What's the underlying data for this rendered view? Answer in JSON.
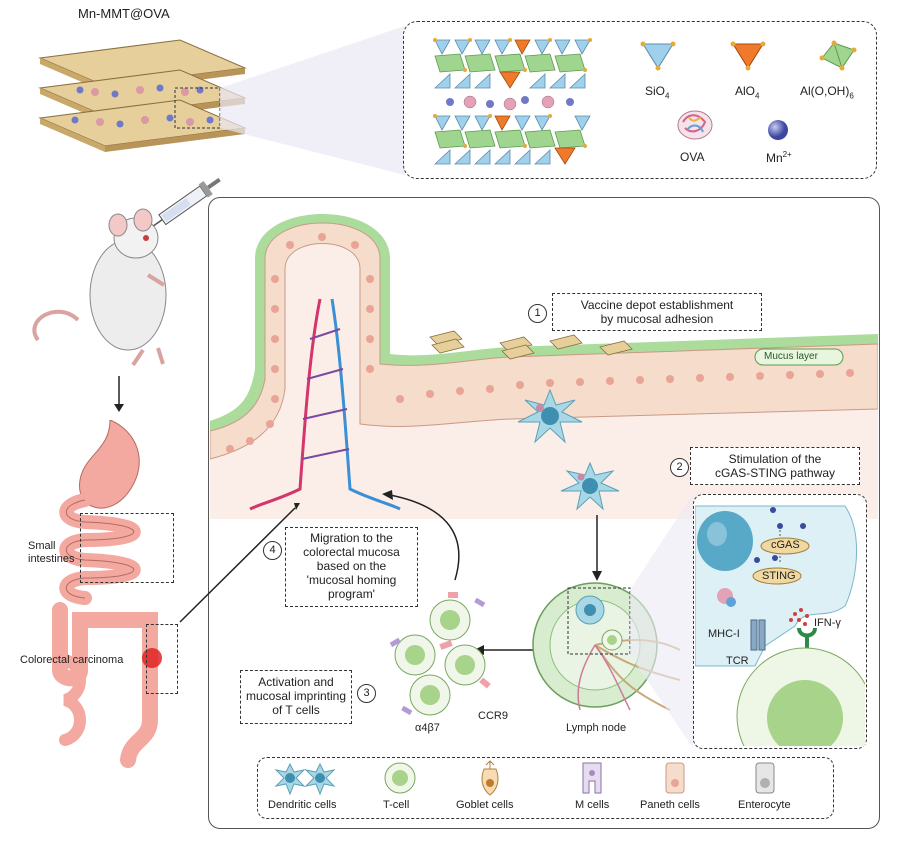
{
  "title_material": "Mn-MMT@OVA",
  "legend_top": {
    "sio4": "SiO",
    "sio4_sub": "4",
    "alo4": "AlO",
    "alo4_sub": "4",
    "aloh": "Al(O,OH)",
    "aloh_sub": "6",
    "ova": "OVA",
    "mn": "Mn",
    "mn_sup": "2+"
  },
  "anatomy": {
    "small_intestines": "Small intestines",
    "colorectal": "Colorectal carcinoma"
  },
  "steps": {
    "s1_num": "1",
    "s1_line1": "Vaccine depot establishment",
    "s1_line2": "by mucosal adhesion",
    "s2_num": "2",
    "s2_line1": "Stimulation of the",
    "s2_line2": "cGAS-STING pathway",
    "s3_num": "3",
    "s3_line1": "Activation and",
    "s3_line2": "mucosal imprinting",
    "s3_line3": "of T cells",
    "s4_num": "4",
    "s4_line1": "Migration to the",
    "s4_line2": "colorectal mucosa",
    "s4_line3": "based on the",
    "s4_line4": "'mucosal homing",
    "s4_line5": "program'"
  },
  "labels": {
    "mucus": "Mucus layer",
    "lymph": "Lymph node",
    "a4b7": "α4β7",
    "ccr9": "CCR9",
    "cgas": "cGAS",
    "sting": "STING",
    "mhc": "MHC-I",
    "tcr": "TCR",
    "ifn": "IFN-γ"
  },
  "legend_bottom": {
    "dendritic": "Dendritic cells",
    "tcell": "T-cell",
    "goblet": "Goblet cells",
    "mcells": "M cells",
    "paneth": "Paneth cells",
    "entero": "Enterocyte"
  },
  "colors": {
    "mucus_green": "#8fd07a",
    "epithelium": "#f6dccb",
    "tissue": "#fbeee8",
    "dc_blue": "#a8d8e6",
    "tcell_green": "#a7d38a",
    "sio4_blue": "#9fd1ec",
    "alo4_orange": "#f07a2a",
    "aloh_green": "#9fd58e",
    "clay_tan": "#e6cf9a",
    "gut_pink": "#f3a8a0"
  }
}
